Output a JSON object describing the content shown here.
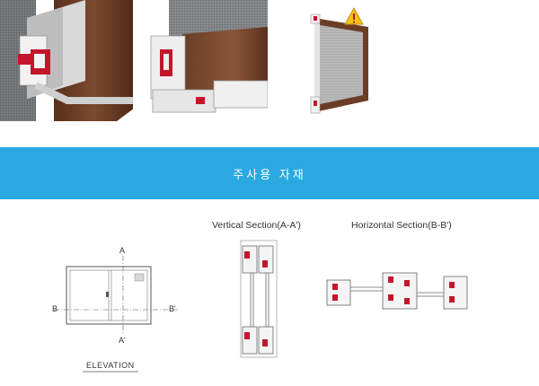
{
  "header": {
    "band_title": "주사용 자재",
    "band_color": "#29a9e0"
  },
  "photos": [
    {
      "icon": "window-profile-cutaway-corner-icon"
    },
    {
      "icon": "window-profile-cutaway-section-icon"
    },
    {
      "icon": "sliding-window-frame-icon"
    }
  ],
  "badge": {
    "icon": "warning-badge-icon",
    "color": "#f3c21a"
  },
  "drawings": {
    "elevation": {
      "caption": "ELEVATION",
      "label_top": "A",
      "label_bottom": "A'",
      "label_left": "B",
      "label_right": "B'"
    },
    "vertical_section": {
      "caption": "Vertical Section(A-A')"
    },
    "horizontal_section": {
      "caption": "Horizontal Section(B-B')"
    }
  },
  "colors": {
    "wood": "#6b3d26",
    "profile": "#e8e8e8",
    "gasket": "#c4162a",
    "line": "#555555"
  }
}
